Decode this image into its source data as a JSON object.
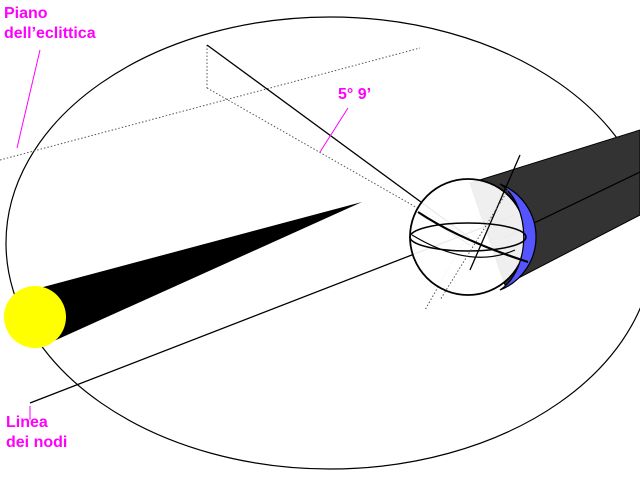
{
  "labels": {
    "ecliptic_plane": [
      "Piano",
      "dell’eclittica"
    ],
    "inclination": "5° 9’",
    "line_of_nodes": [
      "Linea",
      "dei nodi"
    ]
  },
  "colors": {
    "background": "#ffffff",
    "label": "#ff00ff",
    "sun": "#ffff00",
    "shadow_cone": "#000000",
    "shadow_cylinder": "#333333",
    "lit_crescent": "#5555ff",
    "lines": "#000000"
  },
  "icons": {
    "sun": "sun-icon",
    "earth": "earth-sphere-icon"
  }
}
